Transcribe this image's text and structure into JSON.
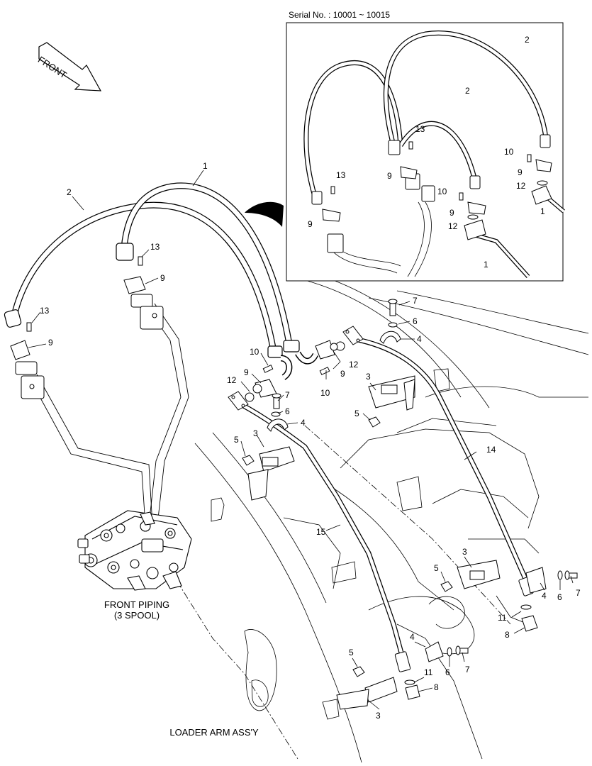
{
  "serial_label": "Serial No. : 10001 ~ 10015",
  "front_label": "FRONT",
  "front_piping_title": "FRONT PIPING",
  "front_piping_subtitle": "(3 SPOOL)",
  "loader_arm_label": "LOADER ARM ASS'Y",
  "callouts": {
    "hose_1": "1",
    "hose_2": "2",
    "bracket_3": "3",
    "clamp_4": "4",
    "nut_5": "5",
    "washer_6": "6",
    "bolt_7": "7",
    "cap_nut_8": "8",
    "clamp_9": "9",
    "bolt_10": "10",
    "o_ring_11": "11",
    "o_ring_12": "12",
    "bolt_13": "13",
    "pipe_14": "14",
    "pipe_15": "15"
  },
  "colors": {
    "line": "#000000",
    "panel_border": "#000000",
    "background": "#ffffff",
    "ghost": "#777777"
  }
}
